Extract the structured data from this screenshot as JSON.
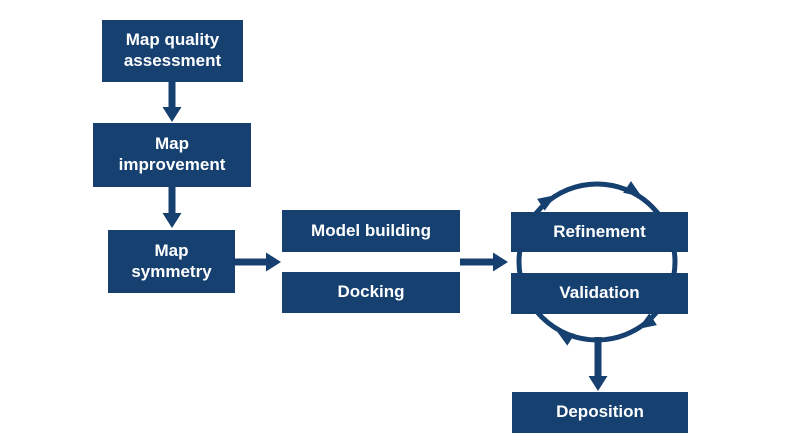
{
  "colors": {
    "accent": "#15406f",
    "background": "#ffffff",
    "text": "#ffffff"
  },
  "nodes": {
    "map_quality_assessment": {
      "label": "Map quality\nassessment"
    },
    "map_improvement": {
      "label": "Map\nimprovement"
    },
    "map_symmetry": {
      "label": "Map\nsymmetry"
    },
    "model_building": {
      "label": "Model building"
    },
    "docking": {
      "label": "Docking"
    },
    "refinement": {
      "label": "Refinement"
    },
    "validation": {
      "label": "Validation"
    },
    "deposition": {
      "label": "Deposition"
    }
  },
  "edges": [
    {
      "from": "map_quality_assessment",
      "to": "map_improvement",
      "type": "arrow-down"
    },
    {
      "from": "map_improvement",
      "to": "map_symmetry",
      "type": "arrow-down"
    },
    {
      "from": "map_symmetry",
      "to": "model_building_and_docking",
      "type": "arrow-right"
    },
    {
      "from": "model_building_and_docking",
      "to": "refinement_and_validation",
      "type": "arrow-right"
    },
    {
      "from": "refinement",
      "to": "validation",
      "type": "clockwise-cycle"
    },
    {
      "from": "refinement_and_validation",
      "to": "deposition",
      "type": "arrow-down"
    }
  ]
}
